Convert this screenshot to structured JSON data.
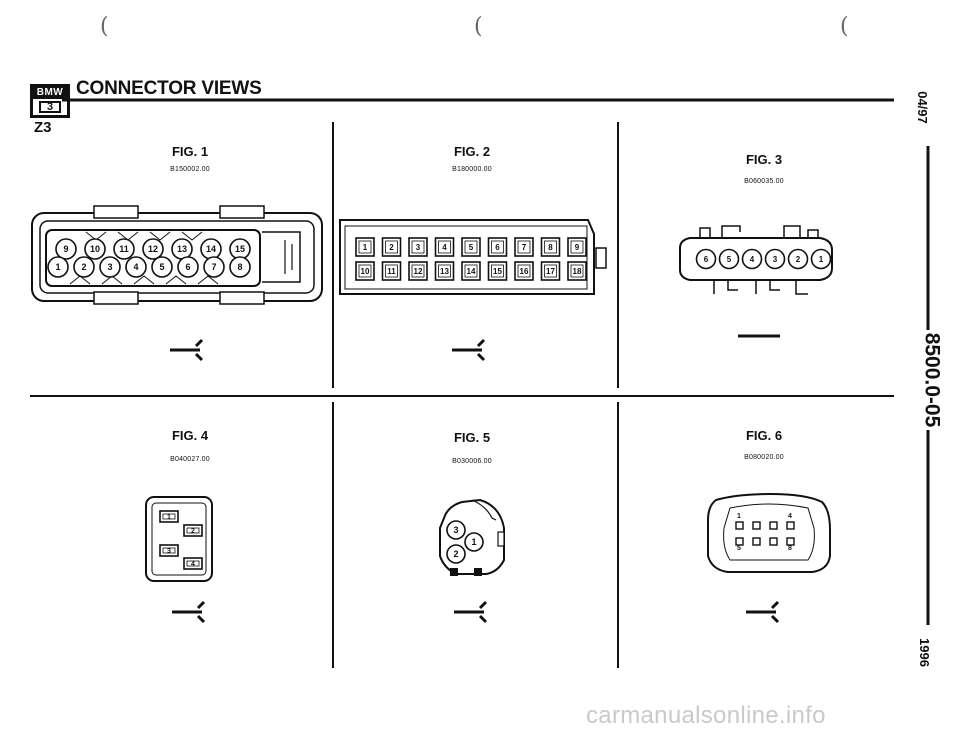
{
  "header": {
    "logo_top": "BMW",
    "logo_series": "3",
    "title": "CONNECTOR VIEWS",
    "model": "Z3"
  },
  "page_marks": {
    "paren_left": "(",
    "paren_mid": "(",
    "paren_right": "("
  },
  "side": {
    "date": "04/97",
    "code": "8500.0-05",
    "year": "1996"
  },
  "figures": [
    {
      "label": "FIG. 1",
      "part": "B150002.00",
      "pins_top": [
        "9",
        "10",
        "11",
        "12",
        "13",
        "14",
        "15"
      ],
      "pins_bottom": [
        "1",
        "2",
        "3",
        "4",
        "5",
        "6",
        "7",
        "8"
      ]
    },
    {
      "label": "FIG. 2",
      "part": "B180000.00",
      "pins_top": [
        "1",
        "2",
        "3",
        "4",
        "5",
        "6",
        "7",
        "8",
        "9"
      ],
      "pins_bottom": [
        "10",
        "11",
        "12",
        "13",
        "14",
        "15",
        "16",
        "17",
        "18"
      ]
    },
    {
      "label": "FIG. 3",
      "part": "B060035.00",
      "pins": [
        "6",
        "5",
        "4",
        "3",
        "2",
        "1"
      ]
    },
    {
      "label": "FIG. 4",
      "part": "B040027.00",
      "pins": [
        "1",
        "2",
        "3",
        "4"
      ]
    },
    {
      "label": "FIG. 5",
      "part": "B030006.00",
      "pins": [
        "3",
        "1",
        "2"
      ]
    },
    {
      "label": "FIG. 6",
      "part": "B080020.00",
      "pins_marked": [
        "1",
        "4",
        "5",
        "8"
      ]
    }
  ],
  "watermark": "carmanualsonline.info"
}
